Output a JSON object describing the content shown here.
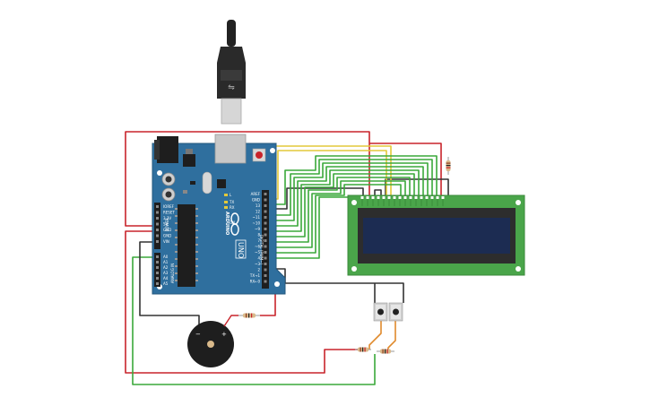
{
  "board": {
    "model": "UNO",
    "brand": "ARDUINO",
    "header_labels": [
      "AREF",
      "GND",
      "13",
      "12",
      "~11",
      "~10",
      "~9",
      "8",
      "7",
      "~6",
      "~5",
      "4",
      "~3",
      "2",
      "TX→1",
      "RX←0"
    ],
    "digital_label": "DIGITAL (PWM~)",
    "power_labels": [
      "IOREF",
      "RESET",
      "3.3V",
      "5V",
      "GND",
      "GND",
      "VIN"
    ],
    "power_label": "POWER",
    "analog_labels": [
      "A0",
      "A1",
      "A2",
      "A3",
      "A4",
      "A5"
    ],
    "analog_label": "ANALOG IN",
    "tx_label": "TX",
    "rx_label": "RX",
    "l_label": "L",
    "on_label": "ON"
  },
  "buzzer": {
    "minus": "−",
    "plus": "+"
  },
  "colors": {
    "board": "#2f6f9e",
    "red_wire": "#c8242b",
    "green_wire": "#3aa83a",
    "yellow_wire": "#e3c93a",
    "black_wire": "#333333",
    "orange_wire": "#e08a2c",
    "lcd_pcb": "#4aa54a",
    "lcd_screen": "#1c2c52"
  }
}
